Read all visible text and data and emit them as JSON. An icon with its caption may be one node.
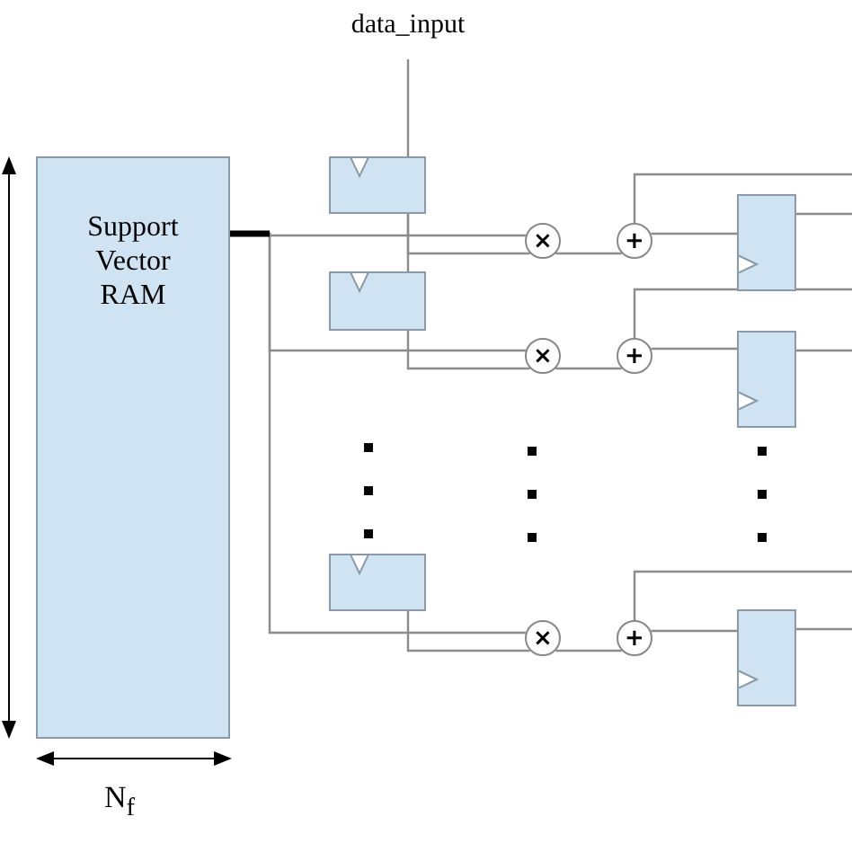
{
  "diagram": {
    "nodes": [
      {
        "text": [
          "data_input"
        ]
      },
      {
        "text": [
          "Support Vector RAM"
        ]
      },
      {
        "text": [],
        "shape": "box"
      },
      {
        "text": [
          "×"
        ]
      },
      {
        "text": [
          "+"
        ]
      },
      {
        "text": [],
        "shape": "box"
      },
      {
        "text": [],
        "shape": "box"
      },
      {
        "text": [
          "×"
        ]
      },
      {
        "text": [
          "+"
        ]
      },
      {
        "text": [],
        "shape": "box"
      },
      {
        "text": [],
        "shape": "box"
      },
      {
        "text": [
          "×"
        ]
      },
      {
        "text": [
          "+"
        ]
      },
      {
        "text": [],
        "shape": "box"
      }
    ],
    "edges": [
      {
        "from": 0,
        "to": 2,
        "arrow": "none"
      },
      {
        "from": 1,
        "to": 3,
        "arrow": "none"
      },
      {
        "from": 1,
        "to": 7,
        "arrow": "none"
      },
      {
        "from": 1,
        "to": 11,
        "arrow": "none"
      },
      {
        "from": 2,
        "to": 6,
        "arrow": "none"
      },
      {
        "from": 2,
        "to": 3,
        "arrow": "none"
      },
      {
        "from": 6,
        "to": 7,
        "arrow": "none"
      },
      {
        "from": 10,
        "to": 11,
        "arrow": "none"
      },
      {
        "from": 3,
        "to": 4,
        "arrow": "none"
      },
      {
        "from": 7,
        "to": 8,
        "arrow": "none"
      },
      {
        "from": 11,
        "to": 12,
        "arrow": "none"
      },
      {
        "from": 4,
        "to": 5,
        "arrow": "none"
      },
      {
        "from": 8,
        "to": 9,
        "arrow": "none"
      },
      {
        "from": 12,
        "to": 13,
        "arrow": "none"
      },
      {
        "from": 5,
        "to": null,
        "arrow": "none"
      },
      {
        "from": null,
        "to": 4,
        "arrow": "none"
      },
      {
        "from": 9,
        "to": null,
        "arrow": "none"
      },
      {
        "from": null,
        "to": 8,
        "arrow": "none"
      },
      {
        "from": 13,
        "to": null,
        "arrow": "none"
      },
      {
        "from": null,
        "to": 12,
        "arrow": "none"
      }
    ],
    "labels": [
      "N$_{f}$"
    ]
  }
}
